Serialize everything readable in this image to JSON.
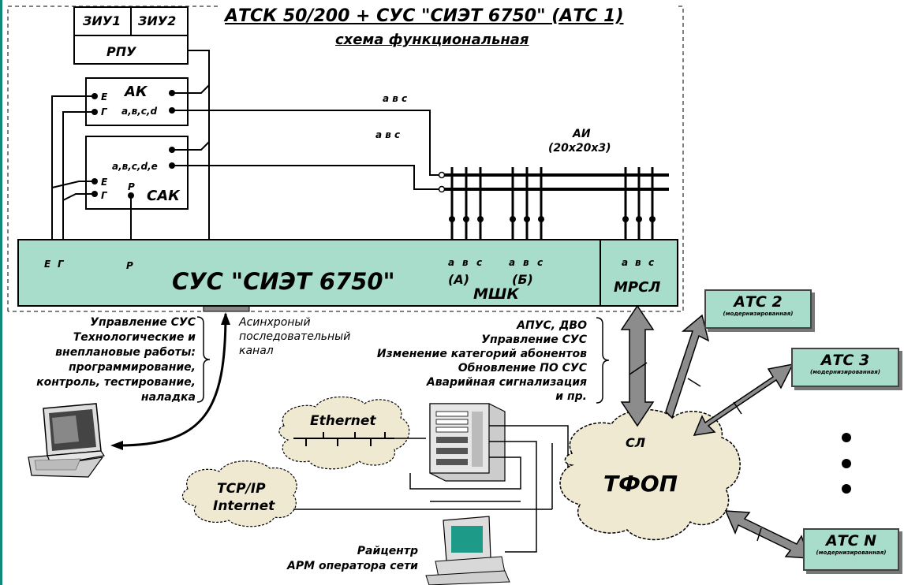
{
  "title": {
    "main": "АТСК 50/200 + СУС \"СИЭТ 6750\" (АТС 1)",
    "sub": "схема функциональная"
  },
  "blocks": {
    "ziu1": "ЗИУ1",
    "ziu2": "ЗИУ2",
    "rpu": "РПУ",
    "ak": {
      "name": "АК",
      "e": "Е",
      "g": "Г",
      "abcd": "а,в,с,d"
    },
    "sak": {
      "name": "САК",
      "e": "Е",
      "g": "Г",
      "p": "Р",
      "abcde": "а,в,с,d,е"
    }
  },
  "wires": {
    "abc1": "а в с",
    "abc2": "а в с",
    "ai": "АИ",
    "ai_dim": "(20х20х3)"
  },
  "sus": {
    "name": "СУС \"СИЭТ 6750\"",
    "pins_left": [
      "Е",
      "Г"
    ],
    "pin_p": "Р",
    "pins_a": [
      "а",
      "в",
      "с"
    ],
    "pins_b": [
      "а",
      "в",
      "с"
    ],
    "pins_m": [
      "а",
      "в",
      "с"
    ],
    "mshk": "МШК",
    "group_a": "(А)",
    "group_b": "(Б)",
    "mrsl": "МРСЛ"
  },
  "left_notes": [
    "Управление СУС",
    "Технологические и",
    "внеплановые работы:",
    "программирование,",
    "контроль, тестирование,",
    "наладка"
  ],
  "serial_channel": [
    "Асинхроный",
    "последовательный",
    "канал"
  ],
  "right_notes": [
    "АПУС, ДВО",
    "Управление СУС",
    "Изменение категорий абонентов",
    "Обновление ПО СУС",
    "Аварийная сигнализация",
    "и пр."
  ],
  "clouds": {
    "ethernet": "Ethernet",
    "tcp1": "TCP/IP",
    "tcp2": "Internet",
    "tfop": "ТФОП",
    "sl": "СЛ"
  },
  "rayon": [
    "Райцентр",
    "АРМ оператора сети"
  ],
  "atc": [
    {
      "name": "АТС 2",
      "sub": "(модернизированная)"
    },
    {
      "name": "АТС 3",
      "sub": "(модернизированная)"
    },
    {
      "name": "АТС N",
      "sub": "(модернизированная)"
    }
  ],
  "colors": {
    "module_fill": "#a8dccb",
    "arrow_fill": "#8c8c8c",
    "cloud_fill": "#efe9d2"
  }
}
